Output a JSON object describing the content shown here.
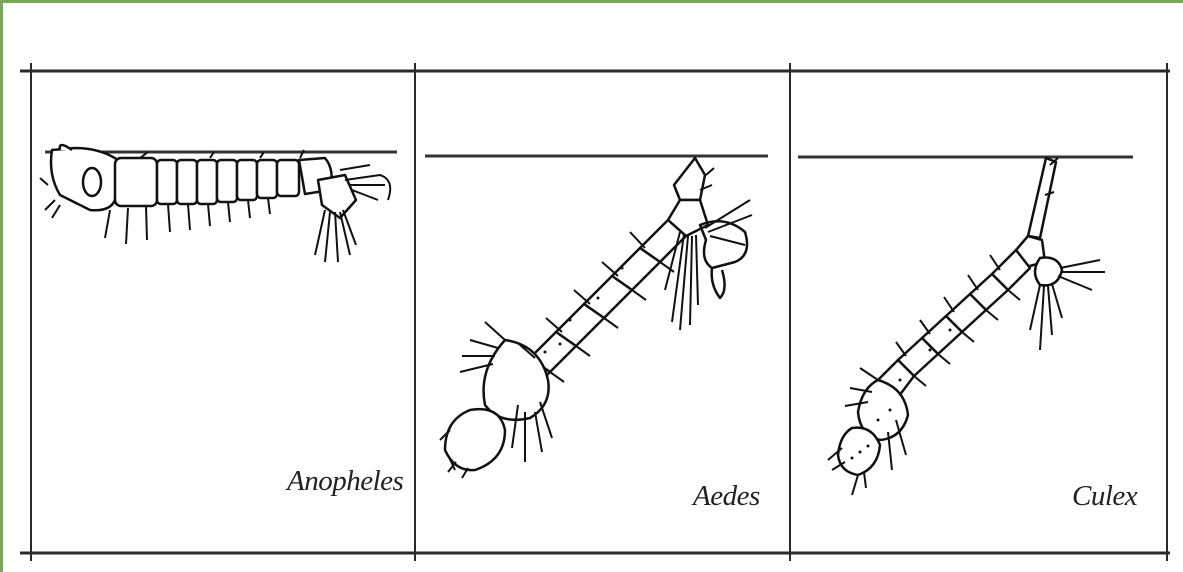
{
  "figure": {
    "panels": [
      {
        "id": "anopheles",
        "label": "Anopheles"
      },
      {
        "id": "aedes",
        "label": "Aedes"
      },
      {
        "id": "culex",
        "label": "Culex"
      }
    ]
  },
  "colors": {
    "frame_border": "#7aa65a",
    "ink": "#111111",
    "label": "#222222"
  }
}
